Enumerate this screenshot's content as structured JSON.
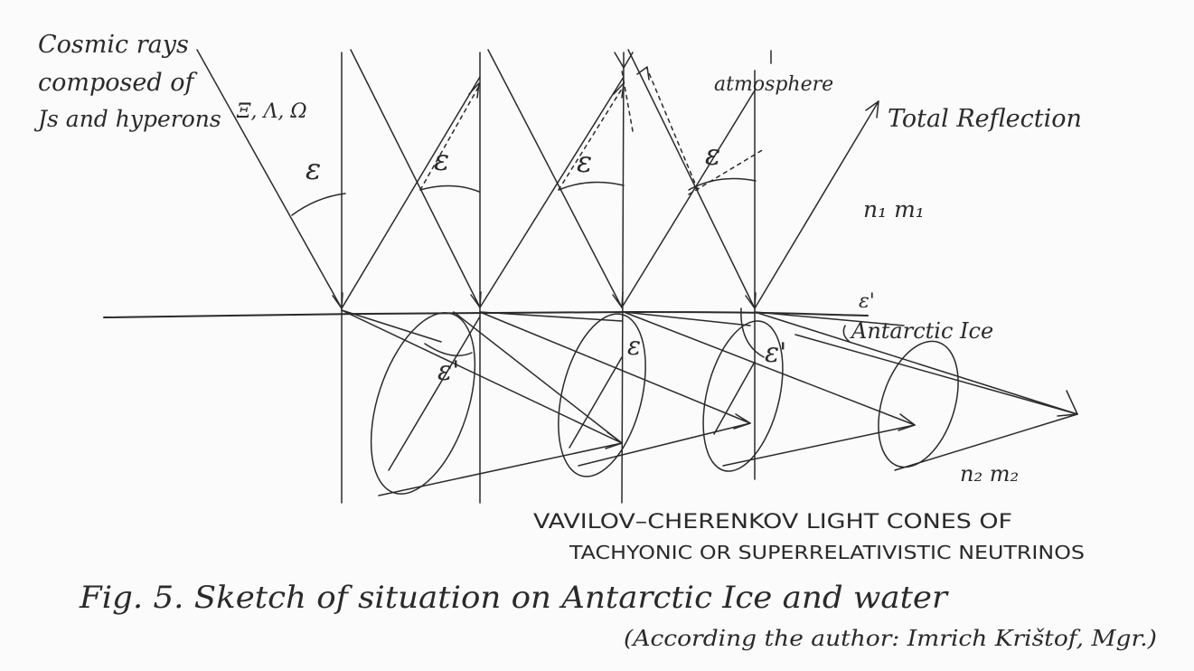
{
  "labels": {
    "cosmic_line1": "Cosmic rays",
    "cosmic_line2": "composed of",
    "cosmic_line3": "Js and hyperons",
    "hyperons": "Ξ, Λ, Ω",
    "atmosphere": "atmosphere",
    "total_reflection": "Total Reflection",
    "n1m1": "n₁ m₁",
    "antarctic_ice": "Antarctic Ice",
    "eps_prime_label": "ε'",
    "n2m2": "n₂ m₂",
    "eps": "ε",
    "eps_prime": "ε'",
    "cones_line1": "VAVILOV–CHERENKOV LIGHT CONES OF",
    "cones_line2": "TACHYONIC OR SUPERRELATIVISTIC NEUTRINOS",
    "fig_caption": "Fig. 5. Sketch of situation on Antarctic Ice and water",
    "author": "(According the author: Imrich Krištof, Mgr.)"
  }
}
